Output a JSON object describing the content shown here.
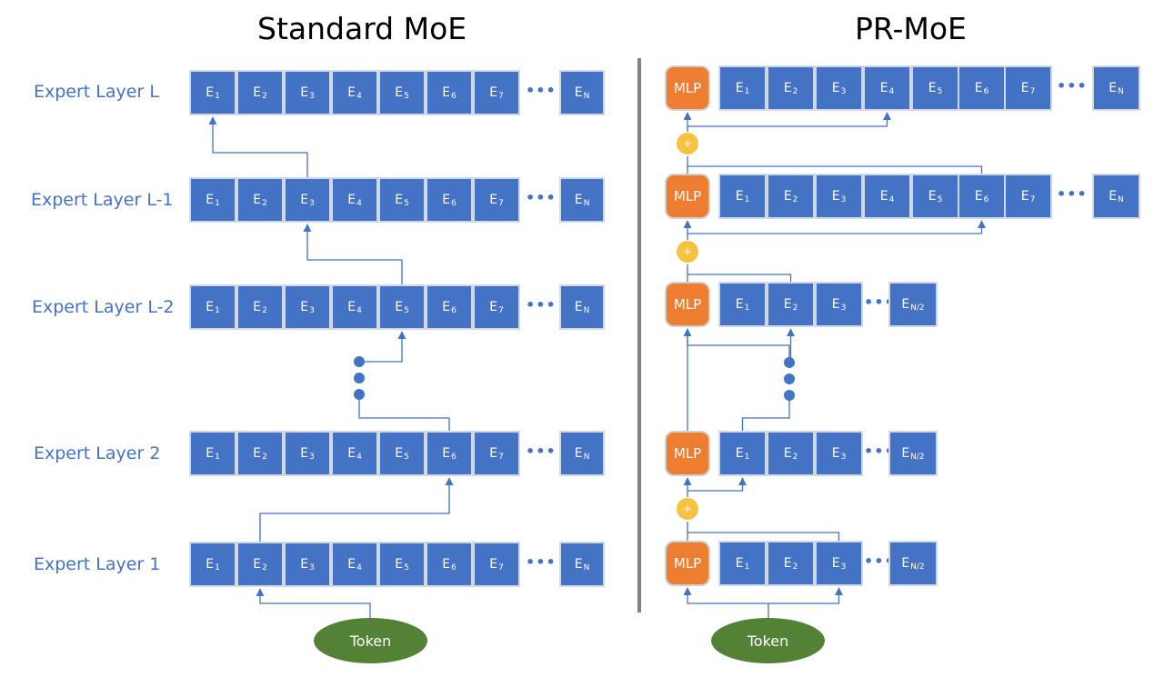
{
  "titles": {
    "left": "Standard MoE",
    "right": "PR-MoE"
  },
  "layer_labels": [
    "Expert Layer L",
    "Expert Layer L-1",
    "Expert Layer L-2",
    "Expert Layer 2",
    "Expert Layer 1"
  ],
  "expert_letter": "E",
  "full_experts": [
    "1",
    "2",
    "3",
    "4",
    "5",
    "6",
    "7"
  ],
  "half_experts": [
    "1",
    "2",
    "3"
  ],
  "last_full": "N",
  "last_half": "N/2",
  "ellipsis": "•••",
  "mlp_label": "MLP",
  "plus_label": "+",
  "token_label": "Token",
  "colors": {
    "expert": "#4472c4",
    "mlp": "#ed7d31",
    "token": "#538135",
    "plus": "#f5c242",
    "label": "#4472c4"
  },
  "std_routes": [
    {
      "from_layer": "input",
      "to_layer": "Expert Layer 1",
      "to_expert": "2"
    },
    {
      "from_layer": "Expert Layer 1",
      "to_layer": "Expert Layer 2",
      "from_expert": "2",
      "to_expert": "6"
    },
    {
      "from_layer": "Expert Layer 2",
      "to_layer": "Expert Layer L-2",
      "from_expert": "6",
      "to_expert": "5"
    },
    {
      "from_layer": "Expert Layer L-2",
      "to_layer": "Expert Layer L-1",
      "from_expert": "5",
      "to_expert": "3"
    },
    {
      "from_layer": "Expert Layer L-1",
      "to_layer": "Expert Layer L",
      "from_expert": "3",
      "to_expert": "1"
    }
  ],
  "pr_routes": [
    {
      "to_layer": "Expert Layer 1",
      "to_expert": "3"
    },
    {
      "to_layer": "Expert Layer 2",
      "to_expert": "1"
    },
    {
      "to_layer": "Expert Layer L-2",
      "to_expert": "2"
    },
    {
      "to_layer": "Expert Layer L-1",
      "to_expert": "6"
    },
    {
      "to_layer": "Expert Layer L",
      "to_expert": "4"
    }
  ]
}
